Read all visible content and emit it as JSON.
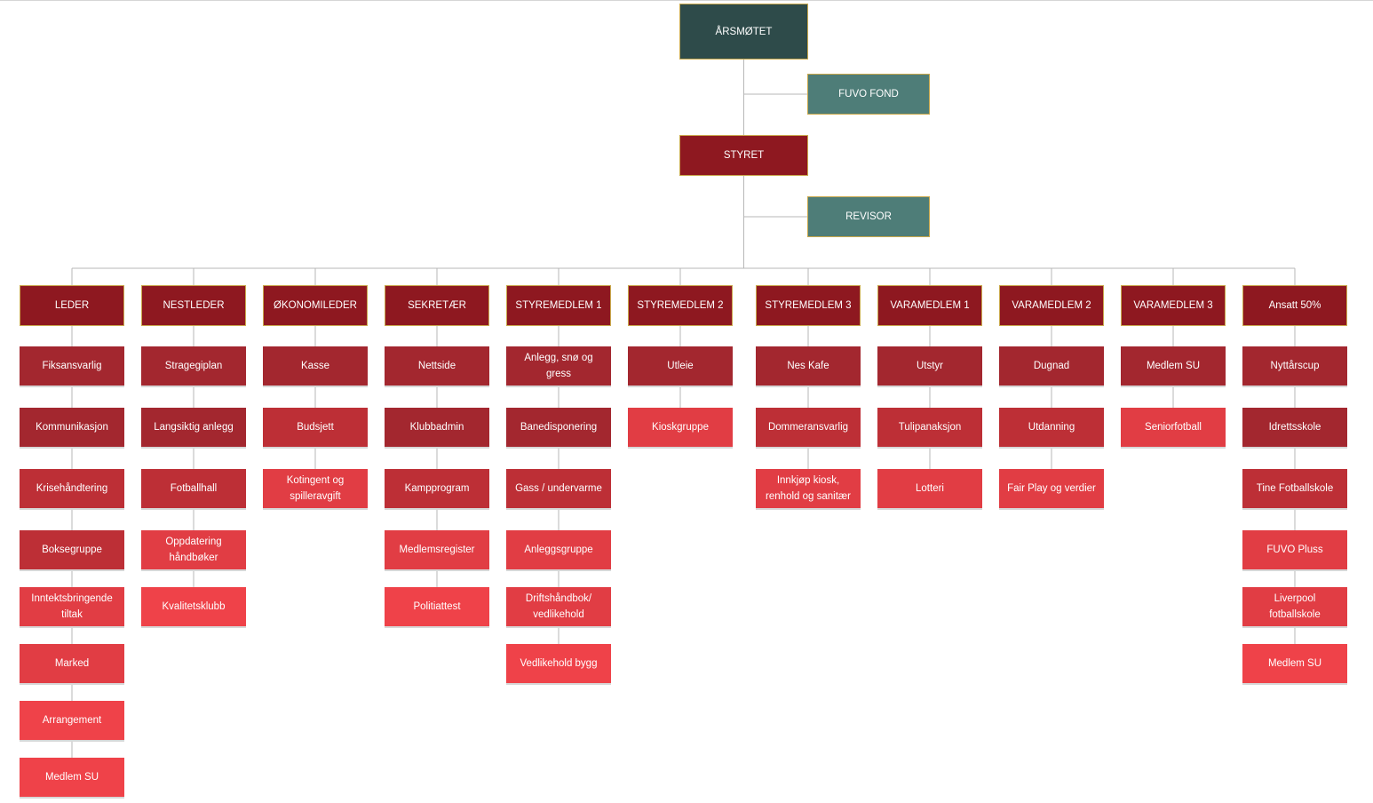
{
  "diagram": {
    "root": "ÅRSMØTET",
    "fond": "FUVO FOND",
    "board": "STYRET",
    "auditor": "REVISOR",
    "columns": [
      {
        "head": "LEDER",
        "items": [
          "Fiksansvarlig",
          "Kommunikasjon",
          "Krisehåndtering",
          "Boksegruppe",
          "Inntektsbringende tiltak",
          "Marked",
          "Arrangement",
          "Medlem SU"
        ]
      },
      {
        "head": "NESTLEDER",
        "items": [
          "Stragegiplan",
          "Langsiktig anlegg",
          "Fotballhall",
          "Oppdatering håndbøker",
          "Kvalitetsklubb"
        ]
      },
      {
        "head": "ØKONOMILEDER",
        "items": [
          "Kasse",
          "Budsjett",
          "Kotingent og spilleravgift"
        ]
      },
      {
        "head": "SEKRETÆR",
        "items": [
          "Nettside",
          "Klubbadmin",
          "Kampprogram",
          "Medlemsregister",
          "Politiattest"
        ]
      },
      {
        "head": "STYREMEDLEM 1",
        "items": [
          "Anlegg, snø og gress",
          "Banedisponering",
          "Gass / undervarme",
          "Anleggsgruppe",
          "Driftshåndbok/ vedlikehold",
          "Vedlikehold bygg"
        ]
      },
      {
        "head": "STYREMEDLEM 2",
        "items": [
          "Utleie",
          "Kioskgruppe"
        ]
      },
      {
        "head": "STYREMEDLEM 3",
        "items": [
          "Nes Kafe",
          "Dommeransvarlig",
          "Innkjøp kiosk, renhold og sanitær"
        ]
      },
      {
        "head": "VARAMEDLEM 1",
        "items": [
          "Utstyr",
          "Tulipanaksjon",
          "Lotteri"
        ]
      },
      {
        "head": "VARAMEDLEM 2",
        "items": [
          "Dugnad",
          "Utdanning",
          "Fair Play og verdier"
        ]
      },
      {
        "head": "VARAMEDLEM 3",
        "items": [
          "Medlem SU",
          "Seniorfotball"
        ]
      },
      {
        "head": "Ansatt 50%",
        "items": [
          "Nyttårscup",
          "Idrettsskole",
          "Tine Fotballskole",
          "FUVO Pluss",
          "Liverpool fotballskole",
          "Medlem SU"
        ]
      }
    ]
  }
}
